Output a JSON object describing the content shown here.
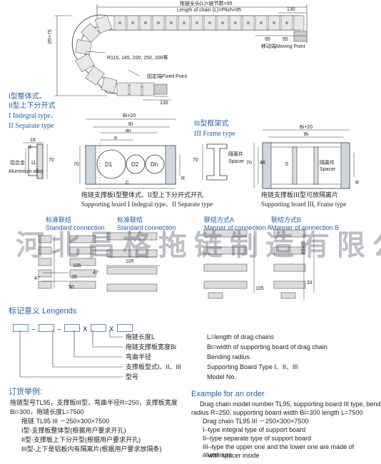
{
  "top_diagram": {
    "total_length_label_cn": "拖链全长(L)=链节数×95",
    "total_length_label_en": "Length of chain (L)=Pitch×95",
    "dim_130_top": "130",
    "dim_95_a": "95",
    "dim_95_b": "95",
    "moving_point_label": "移动端Moving Point",
    "height_label": "2R+75",
    "radius_label": "R115, 145, 200, 250, 300等",
    "fixed_point_label": "固定端Fixed Point",
    "dim_130_bottom": "130"
  },
  "type_section": {
    "left_title_cn1": "I型整体式、",
    "left_title_cn2": "II型上下分开式",
    "left_title_en1": "I Indegral type、",
    "left_title_en2": "II Separate type",
    "profile_dims": [
      "16",
      "8",
      "11"
    ],
    "profile_height": "70",
    "alloy_label_cn": "铝合金",
    "alloy_label_en": "Aluminium alloy",
    "frame1_dims": {
      "bi20": "Bi+20",
      "bi": "Bi",
      "an": "an",
      "a": "a",
      "c": "C",
      "d1": "D1",
      "d2": "D2",
      "dn": "Dn",
      "h70": "70",
      "r": "R"
    },
    "caption1_cn": "拖链支撑板I型整体式、II型上下分开式开孔",
    "caption1_en": "Supporting board I Indegral type、II Separate type",
    "right_title_cn": "III型框架式",
    "right_title_en": "III Frame type",
    "spacer_label_cn": "隔离件",
    "spacer_label_en": "Spacer",
    "frame2_dims": {
      "bi20": "Bi+20",
      "bi": "Bi",
      "five": "5",
      "h48": "48",
      "h70": "70",
      "r": "R"
    },
    "spacer_small_cn": "隔离件",
    "spacer_small_en": "Spacer",
    "caption2_cn": "拖链支撑板III型可放隔离片",
    "caption2_en": "Supporting board III, Frame type"
  },
  "connections": {
    "items": [
      {
        "cn": "标准联结",
        "en": "Standard connection"
      },
      {
        "cn": "标准联结",
        "en": "Standard connection"
      },
      {
        "cn": "联结方式A",
        "en": "Manner of connection A"
      },
      {
        "cn": "联结方式B",
        "en": "Manner of connection B"
      }
    ],
    "dims": {
      "d105a": "105",
      "d105b": "105",
      "d47a": "47",
      "d47b": "47",
      "d25": "25",
      "d50": "50",
      "d33": "33",
      "d105c": "105",
      "bi84": "Bi+84"
    }
  },
  "watermark": "河北昌格拖链制造有限公司",
  "legends": {
    "title": "标记意义  Lengends",
    "x1": "X",
    "x2": "X",
    "items_cn": [
      "拖链长度L",
      "拖链支撑板宽度Bi",
      "弯曲半径",
      "支撑板型式I、II、III",
      "型号"
    ],
    "items_en": [
      "L=length of drag chains",
      "Bi=width of supporting board of drag chain",
      "Bending radius",
      "Supporting Board Type I、II、III",
      "Model No."
    ]
  },
  "order_cn": {
    "title": "订货举例:",
    "line1": "拖链型号TL95，支撑板III型，弯曲半径R=250，支撑板宽度",
    "line2": "Bi=300，拖链长度L=7500",
    "line3": "拖链 TL95 III －250×300×7500",
    "line4": "I型-支撑板整体型(根据用户要求开孔)",
    "line5": "II型-支撑板上下分开型(根据用户要求开孔)",
    "line6": "III型-上下是铝板内有隔离片(根据用户要求放隔条)"
  },
  "order_en": {
    "title": "Example for an order",
    "line1": "Drag chain model number TL95, supporting board III type, bend",
    "line2": "radius R=250, supporting board width Bi=300 length L=7500",
    "line3": "Drag chain TL95 III －250×300×7500",
    "line4": "I–type integral type of support board",
    "line5": "II–type separate type of support board",
    "line6": "III–type the upper one and the lower one are made of aluminium",
    "line7": "with spacer inside"
  },
  "colors": {
    "accent": "#1f5fae",
    "box_border": "#5b8fd0"
  }
}
